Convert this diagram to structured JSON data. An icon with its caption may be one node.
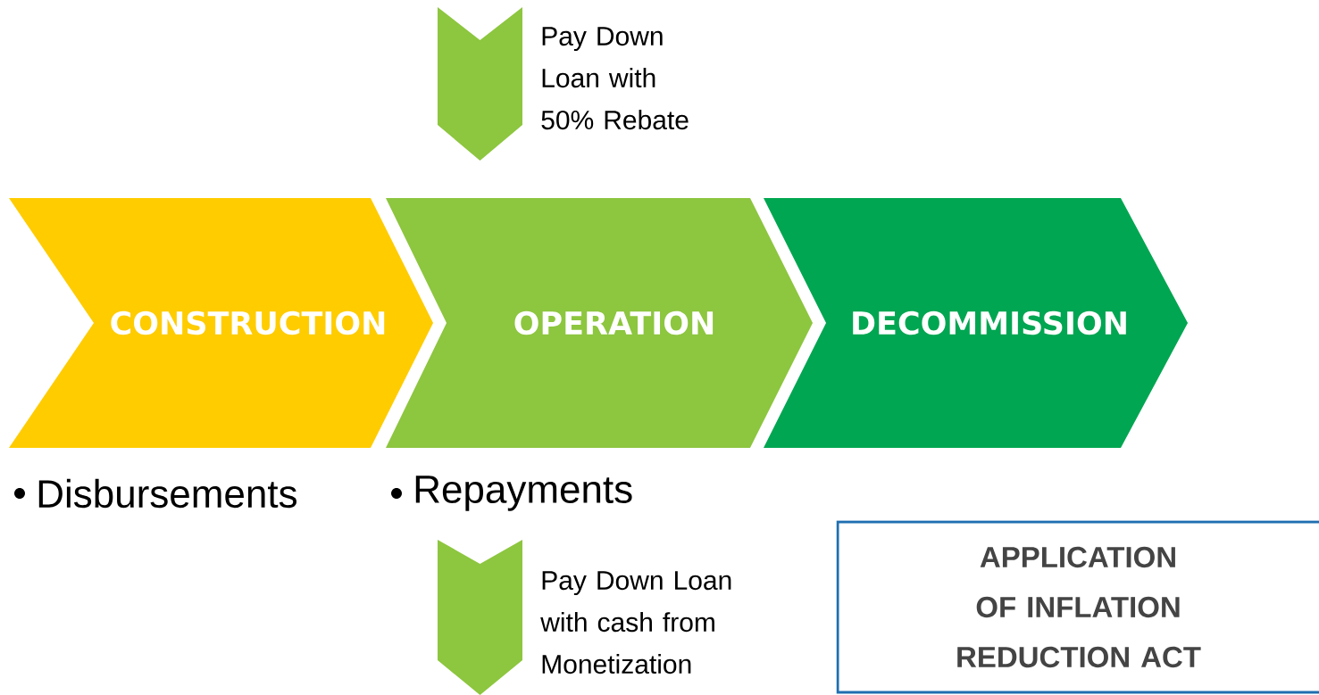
{
  "diagram": {
    "nodes": [
      {
        "text": [
          "CONSTRUCTION"
        ]
      },
      {
        "text": [
          "OPERATION"
        ]
      },
      {
        "text": [
          "DECOMMISSION"
        ]
      },
      {
        "text": [],
        "shape": "chevron",
        "beside": [
          "Pay Down Loan with 50% Rebate"
        ]
      },
      {
        "text": [],
        "shape": "chevron",
        "beside": [
          "Pay Down Loan with cash from Monetization"
        ]
      },
      {
        "text": [
          "APPLICATION OF INFLATION REDUCTION ACT"
        ]
      }
    ],
    "labels": [
      "Disbursements",
      "Repayments"
    ]
  }
}
